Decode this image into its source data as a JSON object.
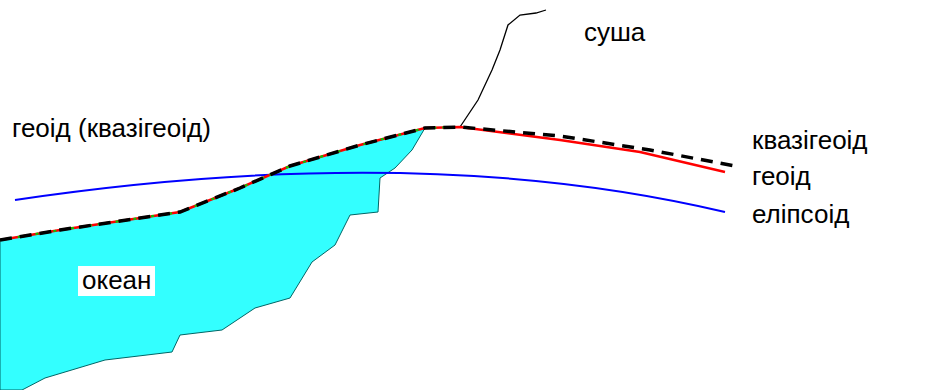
{
  "diagram": {
    "labels": [
      "суша",
      "геоід (квазігеоід)",
      "квазігеоід",
      "геоід",
      "еліпсоід",
      "океан"
    ]
  }
}
